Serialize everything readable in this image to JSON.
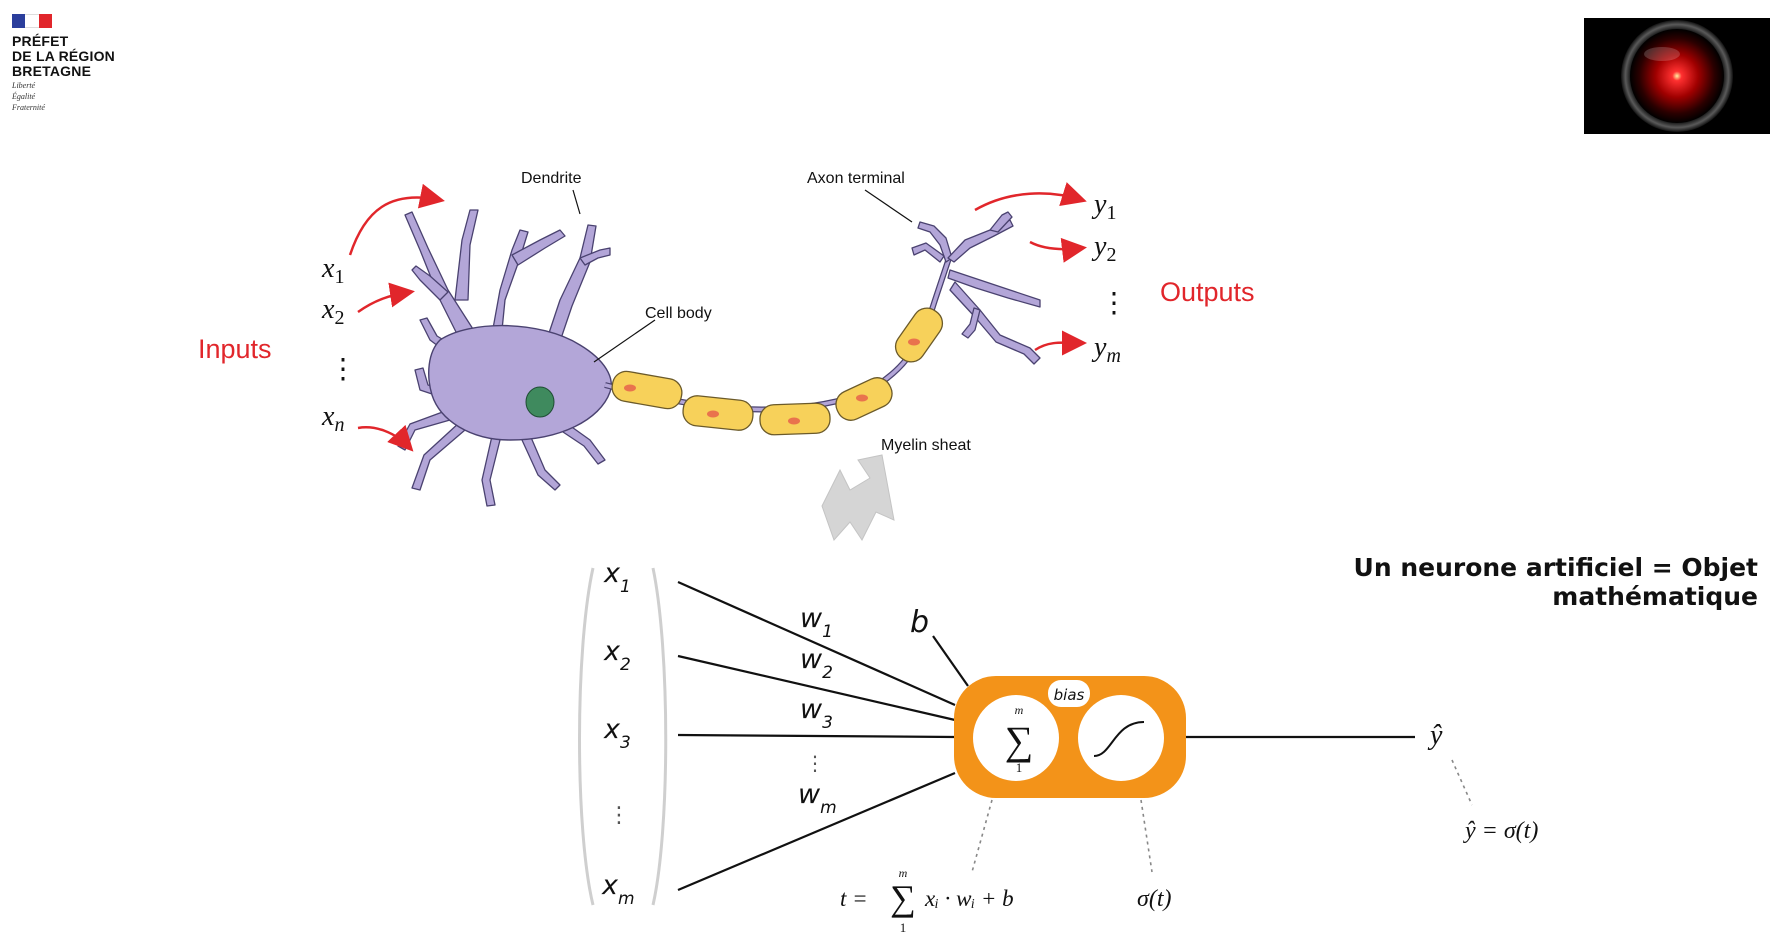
{
  "logo": {
    "lines": [
      "PRÉFET",
      "DE LA RÉGION",
      "BRETAGNE"
    ],
    "motto": [
      "Liberté",
      "Égalité",
      "Fraternité"
    ]
  },
  "colors": {
    "accent_red": "#e1262b",
    "neuron": "#b3a6d8",
    "myelin": "#f7d15a",
    "artificial": "#f39319"
  },
  "bio": {
    "dendrite": "Dendrite",
    "axon_terminal": "Axon terminal",
    "cell_body": "Cell body",
    "myelin": "Myelin sheat",
    "inputs_label": "Inputs",
    "outputs_label": "Outputs",
    "inputs": [
      {
        "base": "x",
        "sub": "1"
      },
      {
        "base": "x",
        "sub": "2"
      },
      {
        "base": "x",
        "sub": "n"
      }
    ],
    "outputs": [
      {
        "base": "y",
        "sub": "1"
      },
      {
        "base": "y",
        "sub": "2"
      },
      {
        "base": "y",
        "sub": "m"
      }
    ],
    "dots": "⋮"
  },
  "title": "Un neurone artificiel = Objet mathématique",
  "ann": {
    "inputs": [
      {
        "base": "x",
        "sub": "1"
      },
      {
        "base": "x",
        "sub": "2"
      },
      {
        "base": "x",
        "sub": "3"
      },
      {
        "base": "x",
        "sub": "m"
      }
    ],
    "weights": [
      {
        "base": "w",
        "sub": "1"
      },
      {
        "base": "w",
        "sub": "2"
      },
      {
        "base": "w",
        "sub": "3"
      },
      {
        "base": "w",
        "sub": "m"
      }
    ],
    "dots": "⋮",
    "bias_label": "b",
    "bias_word": "bias",
    "sum_symbol": "∑",
    "sum_top": "m",
    "sum_bottom": "1",
    "output": "ŷ",
    "formula_t": "t =",
    "formula_rest": "xᵢ · wᵢ + b",
    "sigma": "σ(t)",
    "y_eq": "ŷ = σ(t)"
  }
}
